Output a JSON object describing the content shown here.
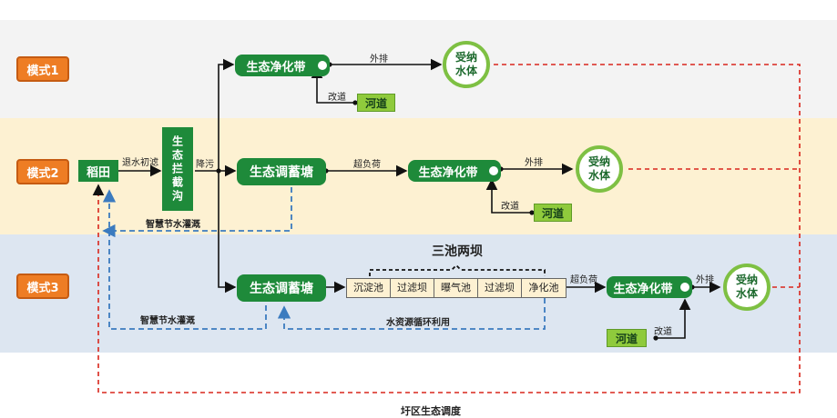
{
  "modes": [
    "模式1",
    "模式2",
    "模式3"
  ],
  "rice_field": "稻田",
  "intercept_ditch": "生态拦截沟",
  "purification_belt": "生态净化带",
  "storage_pond": "生态调蓄塘",
  "receiving_water_top": "受纳",
  "receiving_water_bottom": "水体",
  "river": "河道",
  "labels": {
    "drain_initial_filter": "退水初滤",
    "reduce_pollution": "降污",
    "discharge": "外排",
    "divert": "改道",
    "overload": "超负荷",
    "smart_irrigation": "智慧节水灌溉",
    "water_recycle": "水资源循环利用",
    "polder_dispatch": "圩区生态调度",
    "three_ponds_two_dams": "三池两坝"
  },
  "chain_cells": [
    "沉淀池",
    "过滤坝",
    "曝气池",
    "过滤坝",
    "净化池"
  ],
  "colors": {
    "green": "#1e8a3a",
    "light_green": "#8fca3c",
    "orange": "#ee7d24",
    "red_dash": "#d9261c",
    "blue_dash": "#3b7bbf"
  }
}
